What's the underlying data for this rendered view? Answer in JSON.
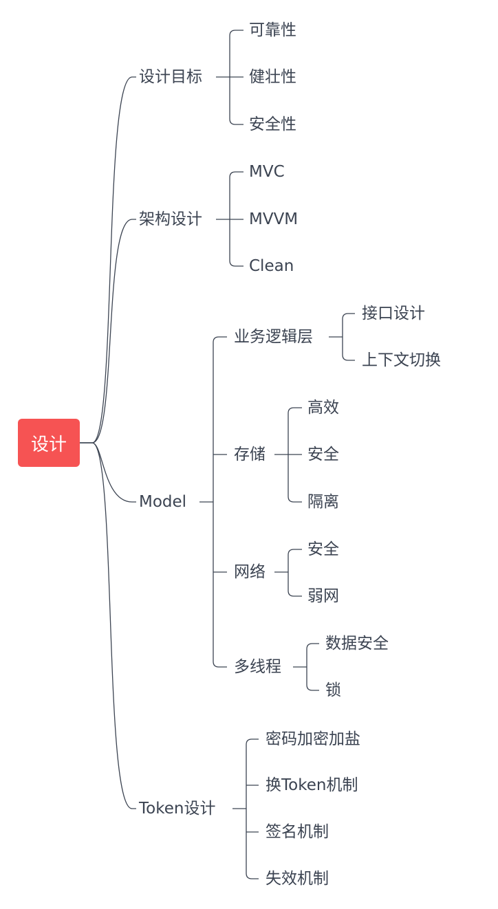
{
  "root": {
    "label": "设计",
    "color": "#f65353"
  },
  "line_color": "#3b4351",
  "branches": [
    {
      "label": "设计目标",
      "children": [
        "可靠性",
        "健壮性",
        "安全性"
      ]
    },
    {
      "label": "架构设计",
      "children": [
        "MVC",
        "MVVM",
        "Clean"
      ]
    },
    {
      "label": "Model",
      "children": [
        {
          "label": "业务逻辑层",
          "children": [
            "接口设计",
            "上下文切换"
          ]
        },
        {
          "label": "存储",
          "children": [
            "高效",
            "安全",
            "隔离"
          ]
        },
        {
          "label": "网络",
          "children": [
            "安全",
            "弱网"
          ]
        },
        {
          "label": "多线程",
          "children": [
            "数据安全",
            "锁"
          ]
        }
      ]
    },
    {
      "label": "Token设计",
      "children": [
        "密码加密加盐",
        "换Token机制",
        "签名机制",
        "失效机制"
      ]
    }
  ]
}
